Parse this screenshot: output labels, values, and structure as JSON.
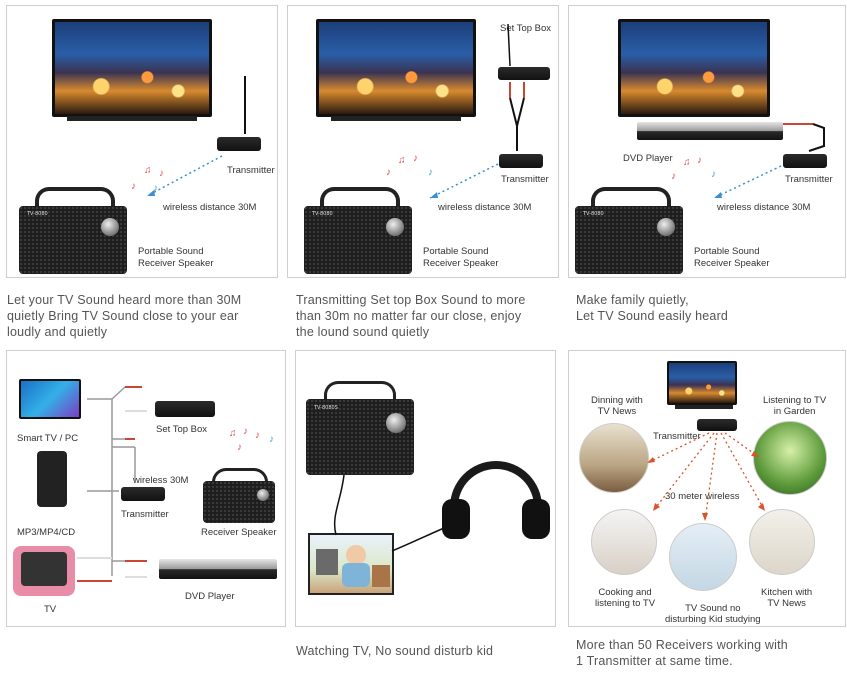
{
  "panels": [
    {
      "labels": {
        "transmitter": "Transmitter",
        "wireless": "wireless distance 30M",
        "speaker_line1": "Portable Sound",
        "speaker_line2": "Receiver Speaker"
      },
      "caption": [
        "Let your TV Sound heard more than 30M",
        "quietly Bring TV Sound close to your ear",
        "loudly and quietly"
      ]
    },
    {
      "labels": {
        "set_top_box": "Set Top Box",
        "transmitter": "Transmitter",
        "wireless": "wireless distance 30M",
        "speaker_line1": "Portable Sound",
        "speaker_line2": "Receiver Speaker"
      },
      "caption": [
        "Transmitting Set top Box Sound to more",
        "than 30m no matter far our close, enjoy",
        "the lound sound quietly"
      ]
    },
    {
      "labels": {
        "dvd_player": "DVD Player",
        "transmitter": "Transmitter",
        "wireless": "wireless distance 30M",
        "speaker_line1": "Portable Sound",
        "speaker_line2": "Receiver Speaker"
      },
      "caption": [
        "Make family quietly,",
        "Let TV Sound easily heard"
      ]
    },
    {
      "labels": {
        "smart_tv": "Smart TV / PC",
        "mp3": "MP3/MP4/CD",
        "tv": "TV",
        "set_top_box": "Set Top Box",
        "wireless": "wireless 30M",
        "transmitter": "Transmitter",
        "receiver": "Receiver Speaker",
        "dvd_player": "DVD Player"
      }
    },
    {
      "caption": [
        "Watching TV, No sound disturb kid"
      ]
    },
    {
      "labels": {
        "dinning_line1": "Dinning with",
        "dinning_line2": "TV News",
        "garden_line1": "Listening to TV",
        "garden_line2": "in Garden",
        "transmitter": "Transmitter",
        "wireless": "30 meter wireless",
        "cooking_line1": "Cooking and",
        "cooking_line2": "listening to TV",
        "kid_line1": "TV Sound no",
        "kid_line2": "disturbing Kid studying",
        "kitchen_line1": "Kitchen with",
        "kitchen_line2": "TV News"
      },
      "caption": [
        "More than 50 Receivers working with",
        "1 Transmitter at same time."
      ]
    }
  ],
  "device": {
    "speaker_brand": "TV-8080",
    "speaker_brand_large": "TV-8080S"
  },
  "colors": {
    "signal": "#3a8fd6",
    "signal_red": "#d9532b",
    "note_red": "#e0474c",
    "note_blue": "#3aa0d8",
    "caption": "#555555"
  }
}
